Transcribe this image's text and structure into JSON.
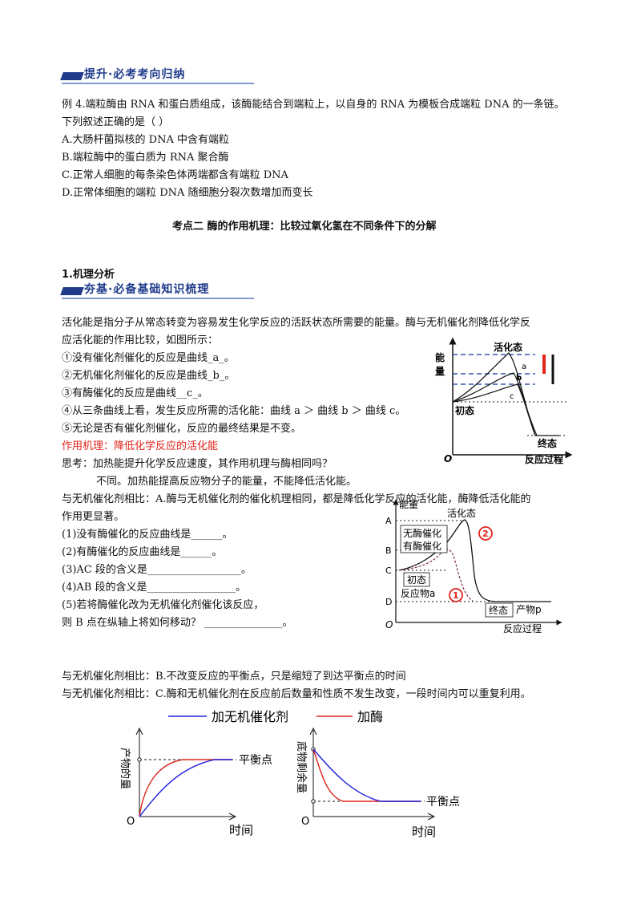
{
  "banner1": "提升·必考考向归纳",
  "example": {
    "stem1": "例 4.端粒酶由 RNA 和蛋白质组成，该酶能结合到端粒上，以自身的 RNA 为模板合成端粒 DNA 的一条链。",
    "stem2": "下列叙述正确的是（          ）",
    "options": [
      "A.大肠杆菌拟核的 DNA 中含有端粒",
      "B.端粒酶中的蛋白质为 RNA 聚合酶",
      "C.正常人细胞的每条染色体两端都含有端粒 DNA",
      "D.正常体细胞的端粒 DNA 随细胞分裂次数增加而变长"
    ]
  },
  "section_title": "考点二    酶的作用机理：比较过氧化氢在不同条件下的分解",
  "sub_title": "1.机理分析",
  "banner2": "夯基·必备基础知识梳理",
  "body": {
    "l1": "活化能是指分子从常态转变为容易发生化学反应的活跃状态所需要的能量。酶与无机催化剂降低化学反",
    "l2": "应活化能的作用比较，如图所示：",
    "l3": "①没有催化剂催化的反应是曲线_a_。",
    "l4": "②无机催化剂催化的反应是曲线_b_。",
    "l5": "③有酶催化的反应是曲线__c_。",
    "l6": "④从三条曲线上看，发生反应所需的活化能：曲线 a ＞ 曲线 b ＞ 曲线 c。",
    "l7": "⑤无论是否有催化剂催化，反应的最终结果是不变。",
    "l8": "作用机理：降低化学反应的活化能",
    "l9": "思考：加热能提升化学反应速度，其作用机理与酶相同吗？",
    "l10": "不同。加热能提高反应物分子的能量，不能降低活化能。",
    "l11": "与无机催化剂相比：A.酶与无机催化剂的催化机理相同，都是降低化学反应的活化能，酶降低活化能的",
    "l12": "作用更显著。",
    "q1": "(1)没有酶催化的反应曲线是______。",
    "q2": "(2)有酶催化的反应曲线是______。",
    "q3": "(3)AC 段的含义是__________________。",
    "q4": "(4)AB 段的含义是_________________。",
    "q5": "(5)若将酶催化改为无机催化剂催化该反应，",
    "q6": "则 B 点在纵轴上将如何移动？ _______________。",
    "b1": "与无机催化剂相比：B.不改变反应的平衡点，只是缩短了到达平衡点的时间",
    "b2": "与无机催化剂相比：C.酶和无机催化剂在反应前后数量和性质不发生改变，一段时间内可以重复利用。"
  },
  "fig1": {
    "ylabel": "能量",
    "active": "活化态",
    "initial": "初态",
    "final": "终态",
    "xlabel": "反应过程",
    "origin": "O",
    "a": "a",
    "b": "b",
    "c": "c"
  },
  "fig2": {
    "ylabel": "能量",
    "active": "活化态",
    "no_enzyme": "无酶催化",
    "with_enzyme": "有酶催化",
    "initial": "初态",
    "reactant": "反应物a",
    "final": "终态",
    "product": "产物p",
    "xlabel": "反应过程",
    "origin": "O",
    "A": "A",
    "B": "B",
    "C": "C",
    "D": "D",
    "mark1": "1",
    "mark2": "2"
  },
  "fig3": {
    "legend_inorganic": "加无机催化剂",
    "legend_enzyme": "加酶",
    "colors": {
      "inorganic": "#1f1fe0",
      "enzyme": "#e0231b"
    },
    "left_ylabel": "产物的量",
    "right_ylabel": "底物剩余量",
    "balance": "平衡点",
    "xlabel": "时间",
    "origin": "O"
  }
}
